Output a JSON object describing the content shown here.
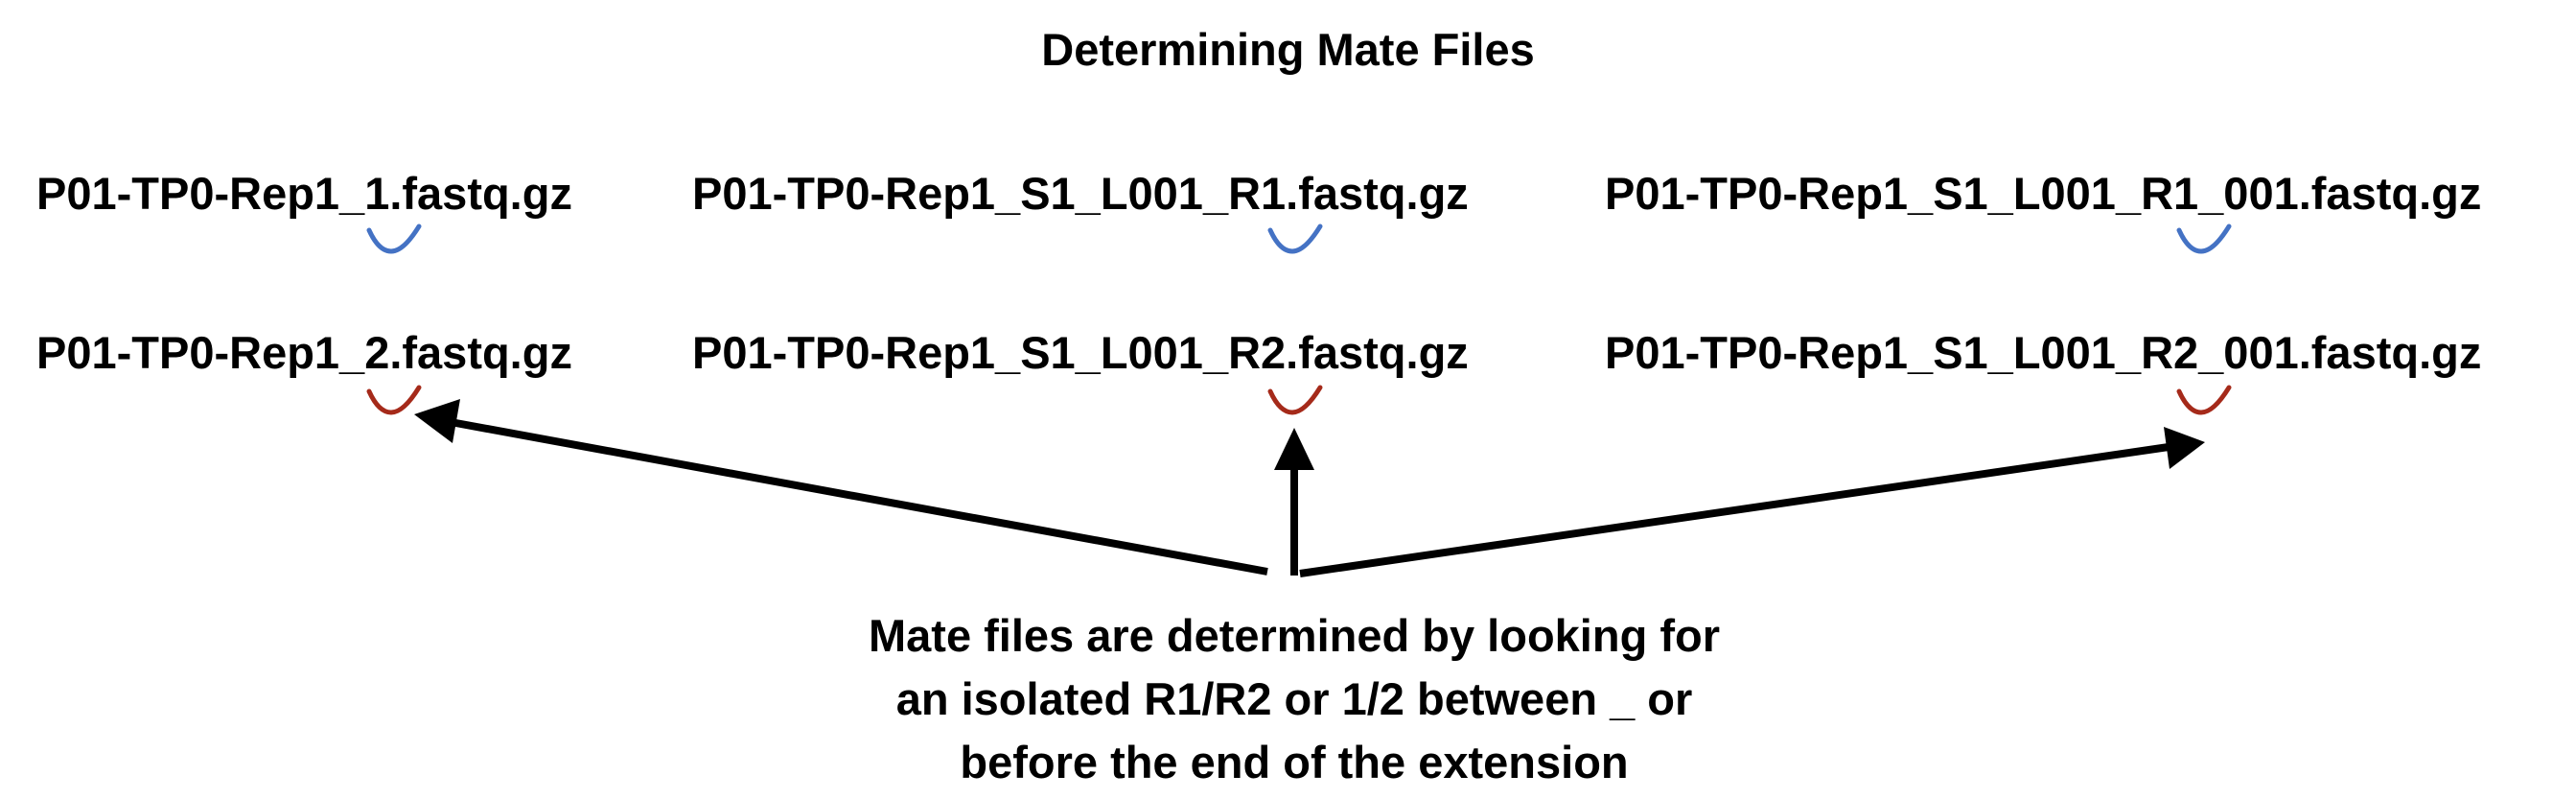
{
  "title": "Determining Mate Files",
  "columns": [
    {
      "file_r1": "P01-TP0-Rep1_1.fastq.gz",
      "file_r2": "P01-TP0-Rep1_2.fastq.gz"
    },
    {
      "file_r1": "P01-TP0-Rep1_S1_L001_R1.fastq.gz",
      "file_r2": "P01-TP0-Rep1_S1_L001_R2.fastq.gz"
    },
    {
      "file_r1": "P01-TP0-Rep1_S1_L001_R1_001.fastq.gz",
      "file_r2": "P01-TP0-Rep1_S1_L001_R2_001.fastq.gz"
    }
  ],
  "caption": {
    "line1": "Mate files are determined by looking for",
    "line2": "an isolated R1/R2 or 1/2 between _ or",
    "line3": "before the end of the extension"
  },
  "colors": {
    "mate1_mark": "#4472c4",
    "mate2_mark": "#a52a1a",
    "arrow": "#000000"
  }
}
